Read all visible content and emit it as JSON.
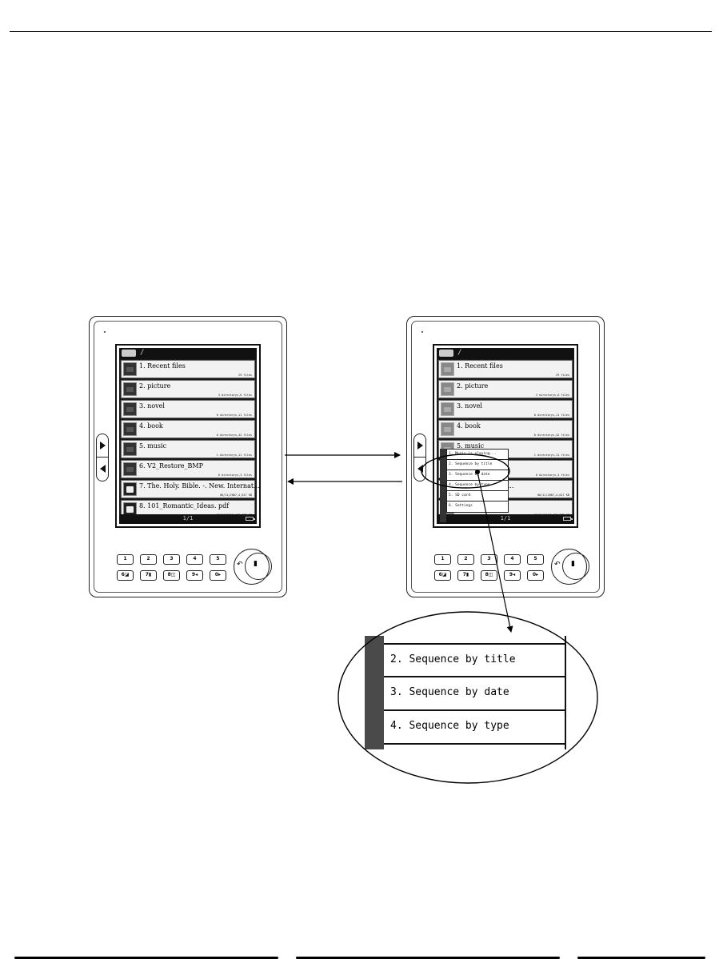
{
  "device_left": {
    "path": "/",
    "files": [
      {
        "name": "1. Recent files",
        "info": "29 files",
        "icon": "folder-icon"
      },
      {
        "name": "2. picture",
        "info": "3 directorys,6 files",
        "icon": "folder-icon"
      },
      {
        "name": "3. novel",
        "info": "0 directorys,11 files",
        "icon": "folder-icon"
      },
      {
        "name": "4. book",
        "info": "0 directorys,42 files",
        "icon": "folder-icon"
      },
      {
        "name": "5. music",
        "info": "1 directorys,11 files",
        "icon": "folder-icon"
      },
      {
        "name": "6. V2_Restore_BMP",
        "info": "0 directorys,3 files",
        "icon": "folder-icon"
      },
      {
        "name": "7. The. Holy. Bible. -. New. Internat...",
        "info": "06/11/2007,4,617 KB",
        "icon": "pdf-icon"
      },
      {
        "name": "8. 101_Romantic_Ideas. pdf",
        "info": "08/11/2007,437,779 KB",
        "icon": "pdf-icon"
      }
    ],
    "page": "1/1"
  },
  "device_right": {
    "path": "/",
    "files": [
      {
        "name": "1. Recent files",
        "info": "29 files"
      },
      {
        "name": "2. picture",
        "info": "3 directorys,6 files"
      },
      {
        "name": "3. novel",
        "info": "0 directorys,11 files"
      },
      {
        "name": "4. book",
        "info": "0 directorys,42 files"
      },
      {
        "name": "5. music",
        "info": "1 directorys,11 files"
      },
      {
        "name": "",
        "info": "0 directorys,3 files"
      },
      {
        "name": "-. New. Internat...",
        "info": "06/11/2007,4,617 KB"
      },
      {
        "name": "deas. pdf",
        "info": "08/11/2007,437,779 KB"
      }
    ],
    "page": "1/1",
    "menu": [
      "1. Music is playing...",
      "2. Sequence by title",
      "3. Sequence by date",
      "4. Sequence by type",
      "5. SD card",
      "6. Settings"
    ]
  },
  "keypad": {
    "row1": [
      "1",
      "2",
      "3",
      "4",
      "5"
    ],
    "row2": [
      "6◪",
      "7▮",
      "8◫",
      "9◂",
      "0▸"
    ],
    "back_icon": "↶",
    "menu_label": "▮"
  },
  "zoom": {
    "items": [
      "2. Sequence by title",
      "3. Sequence by date",
      "4. Sequence by type"
    ]
  }
}
